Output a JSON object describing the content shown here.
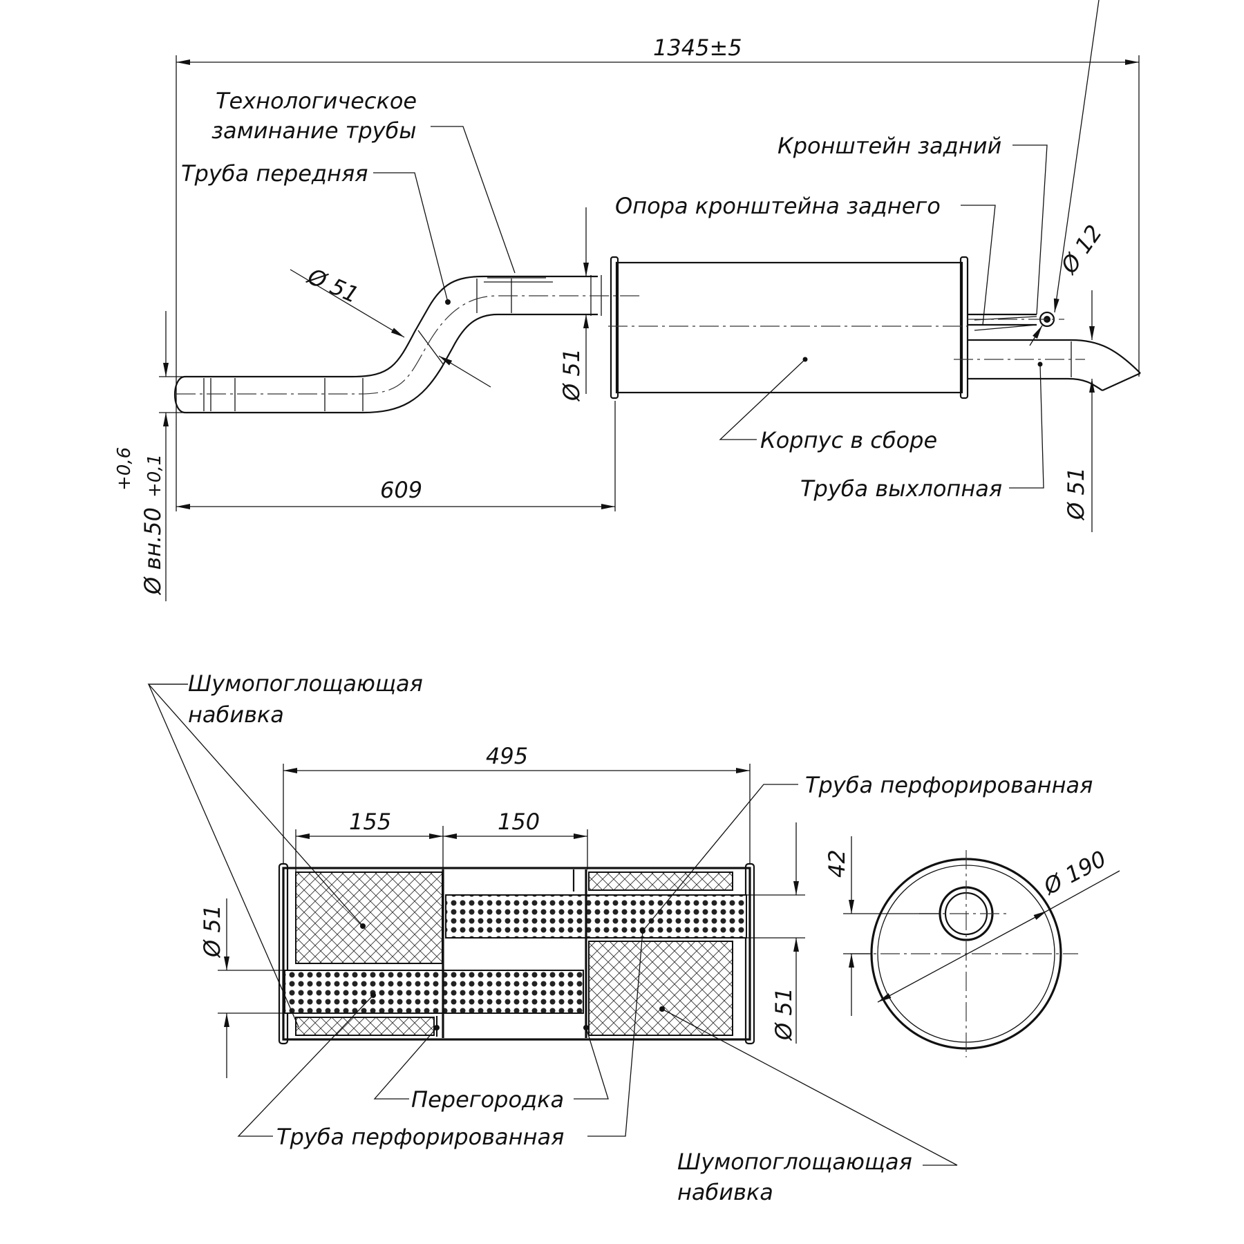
{
  "top_view": {
    "dims": {
      "overall": "1345±5",
      "front_length": "609",
      "inner_diameter": "Ø вн.50",
      "tol_plus": "+0,6",
      "tol_minus": "+0,1",
      "pipe_diam_front": "Ø 51",
      "pipe_diam_inlet": "Ø 51",
      "pipe_diam_outlet": "Ø 51",
      "bracket_diam": "Ø 12"
    },
    "labels": {
      "crimp_line1": "Технологическое",
      "crimp_line2": "заминание трубы",
      "front_pipe": "Труба передняя",
      "rear_bracket": "Кронштейн задний",
      "rear_bracket_support": "Опора кронштейна заднего",
      "body_assembly": "Корпус в сборе",
      "exhaust_pipe": "Труба выхлопная"
    }
  },
  "section_view": {
    "dims": {
      "body_length": "495",
      "chamber1": "155",
      "chamber2": "150",
      "pipe_diam_left": "Ø 51",
      "pipe_diam_right": "Ø 51",
      "offset": "42",
      "body_diam": "Ø 190"
    },
    "labels": {
      "packing_top_line1": "Шумопоглощающая",
      "packing_top_line2": "набивка",
      "perf_pipe_top": "Труба  перфорированная",
      "baffle": "Перегородка",
      "perf_pipe_bottom": "Труба  перфорированная",
      "packing_bottom_line1": "Шумопоглощающая",
      "packing_bottom_line2": "набивка"
    }
  }
}
